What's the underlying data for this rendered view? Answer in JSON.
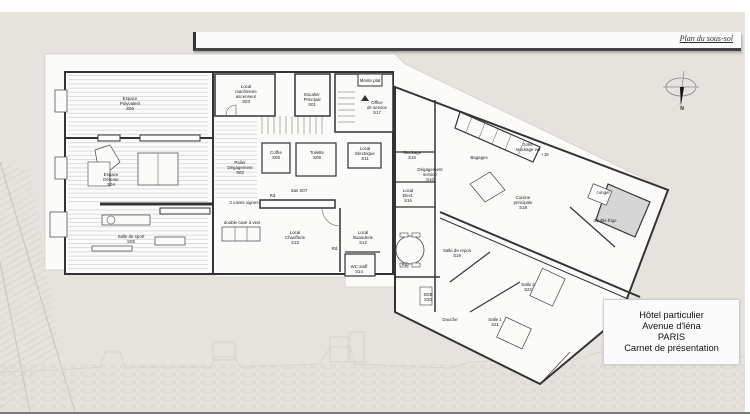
{
  "header": {
    "title": "Plan du sous-sol"
  },
  "compass": {
    "label": "N"
  },
  "info_box": {
    "lines": [
      "Hôtel particulier",
      "Avenue d'léna",
      "PARIS",
      "Carnet de présentation"
    ]
  },
  "rooms": {
    "s06": "Espace\nPolyvalent\nS06",
    "s04": "Espace\nDétente\nS04",
    "s05": "Salle de sport\nS05",
    "s03": "Local\nmachinerie\nascenseur\nS03",
    "s01": "Escalier\nPrincipal\nS01",
    "s17": "Office\nde service\nS17",
    "monte_plat": "Monte plat",
    "s02": "Palier\nDégagement\nS02",
    "s08": "Coffre\nS08",
    "s09": "Toilette\nS09",
    "s11": "Local\nElectrique\nS11",
    "s07": "Sas S07",
    "s13": "Local\nChaufferie\nS13",
    "s12": "Local\nBuanderie\nS12",
    "s14": "WC staff\nS14",
    "s15": "Stockage\nS15",
    "s10": "Dégagement\nservice\nS10",
    "s16": "Local\nElect.\nS16",
    "s18": "Cuisine\nprincipale\nS18",
    "stockage_vin": "zone\nstockage vin",
    "s19": "Salle de repos\nS19",
    "s22": "Salle 2\nS22",
    "s20": "SDB\nS20",
    "s21": "Salle 1\nS21",
    "douche": "Douche",
    "bagages": "Bagages",
    "congel": "congel",
    "double_frigo": "double frigo",
    "caves_vignes": "2 caves vignes",
    "double_cave": "double cave à vins"
  },
  "annotations": {
    "rd": "Rd.",
    "level": "+16"
  },
  "colors": {
    "page_bg": "#e6e3de",
    "plan_bg": "#fbfbfa",
    "wall": "#333333",
    "hatch": "#b5b5b5",
    "grey_zone": "#cfcfcf"
  }
}
